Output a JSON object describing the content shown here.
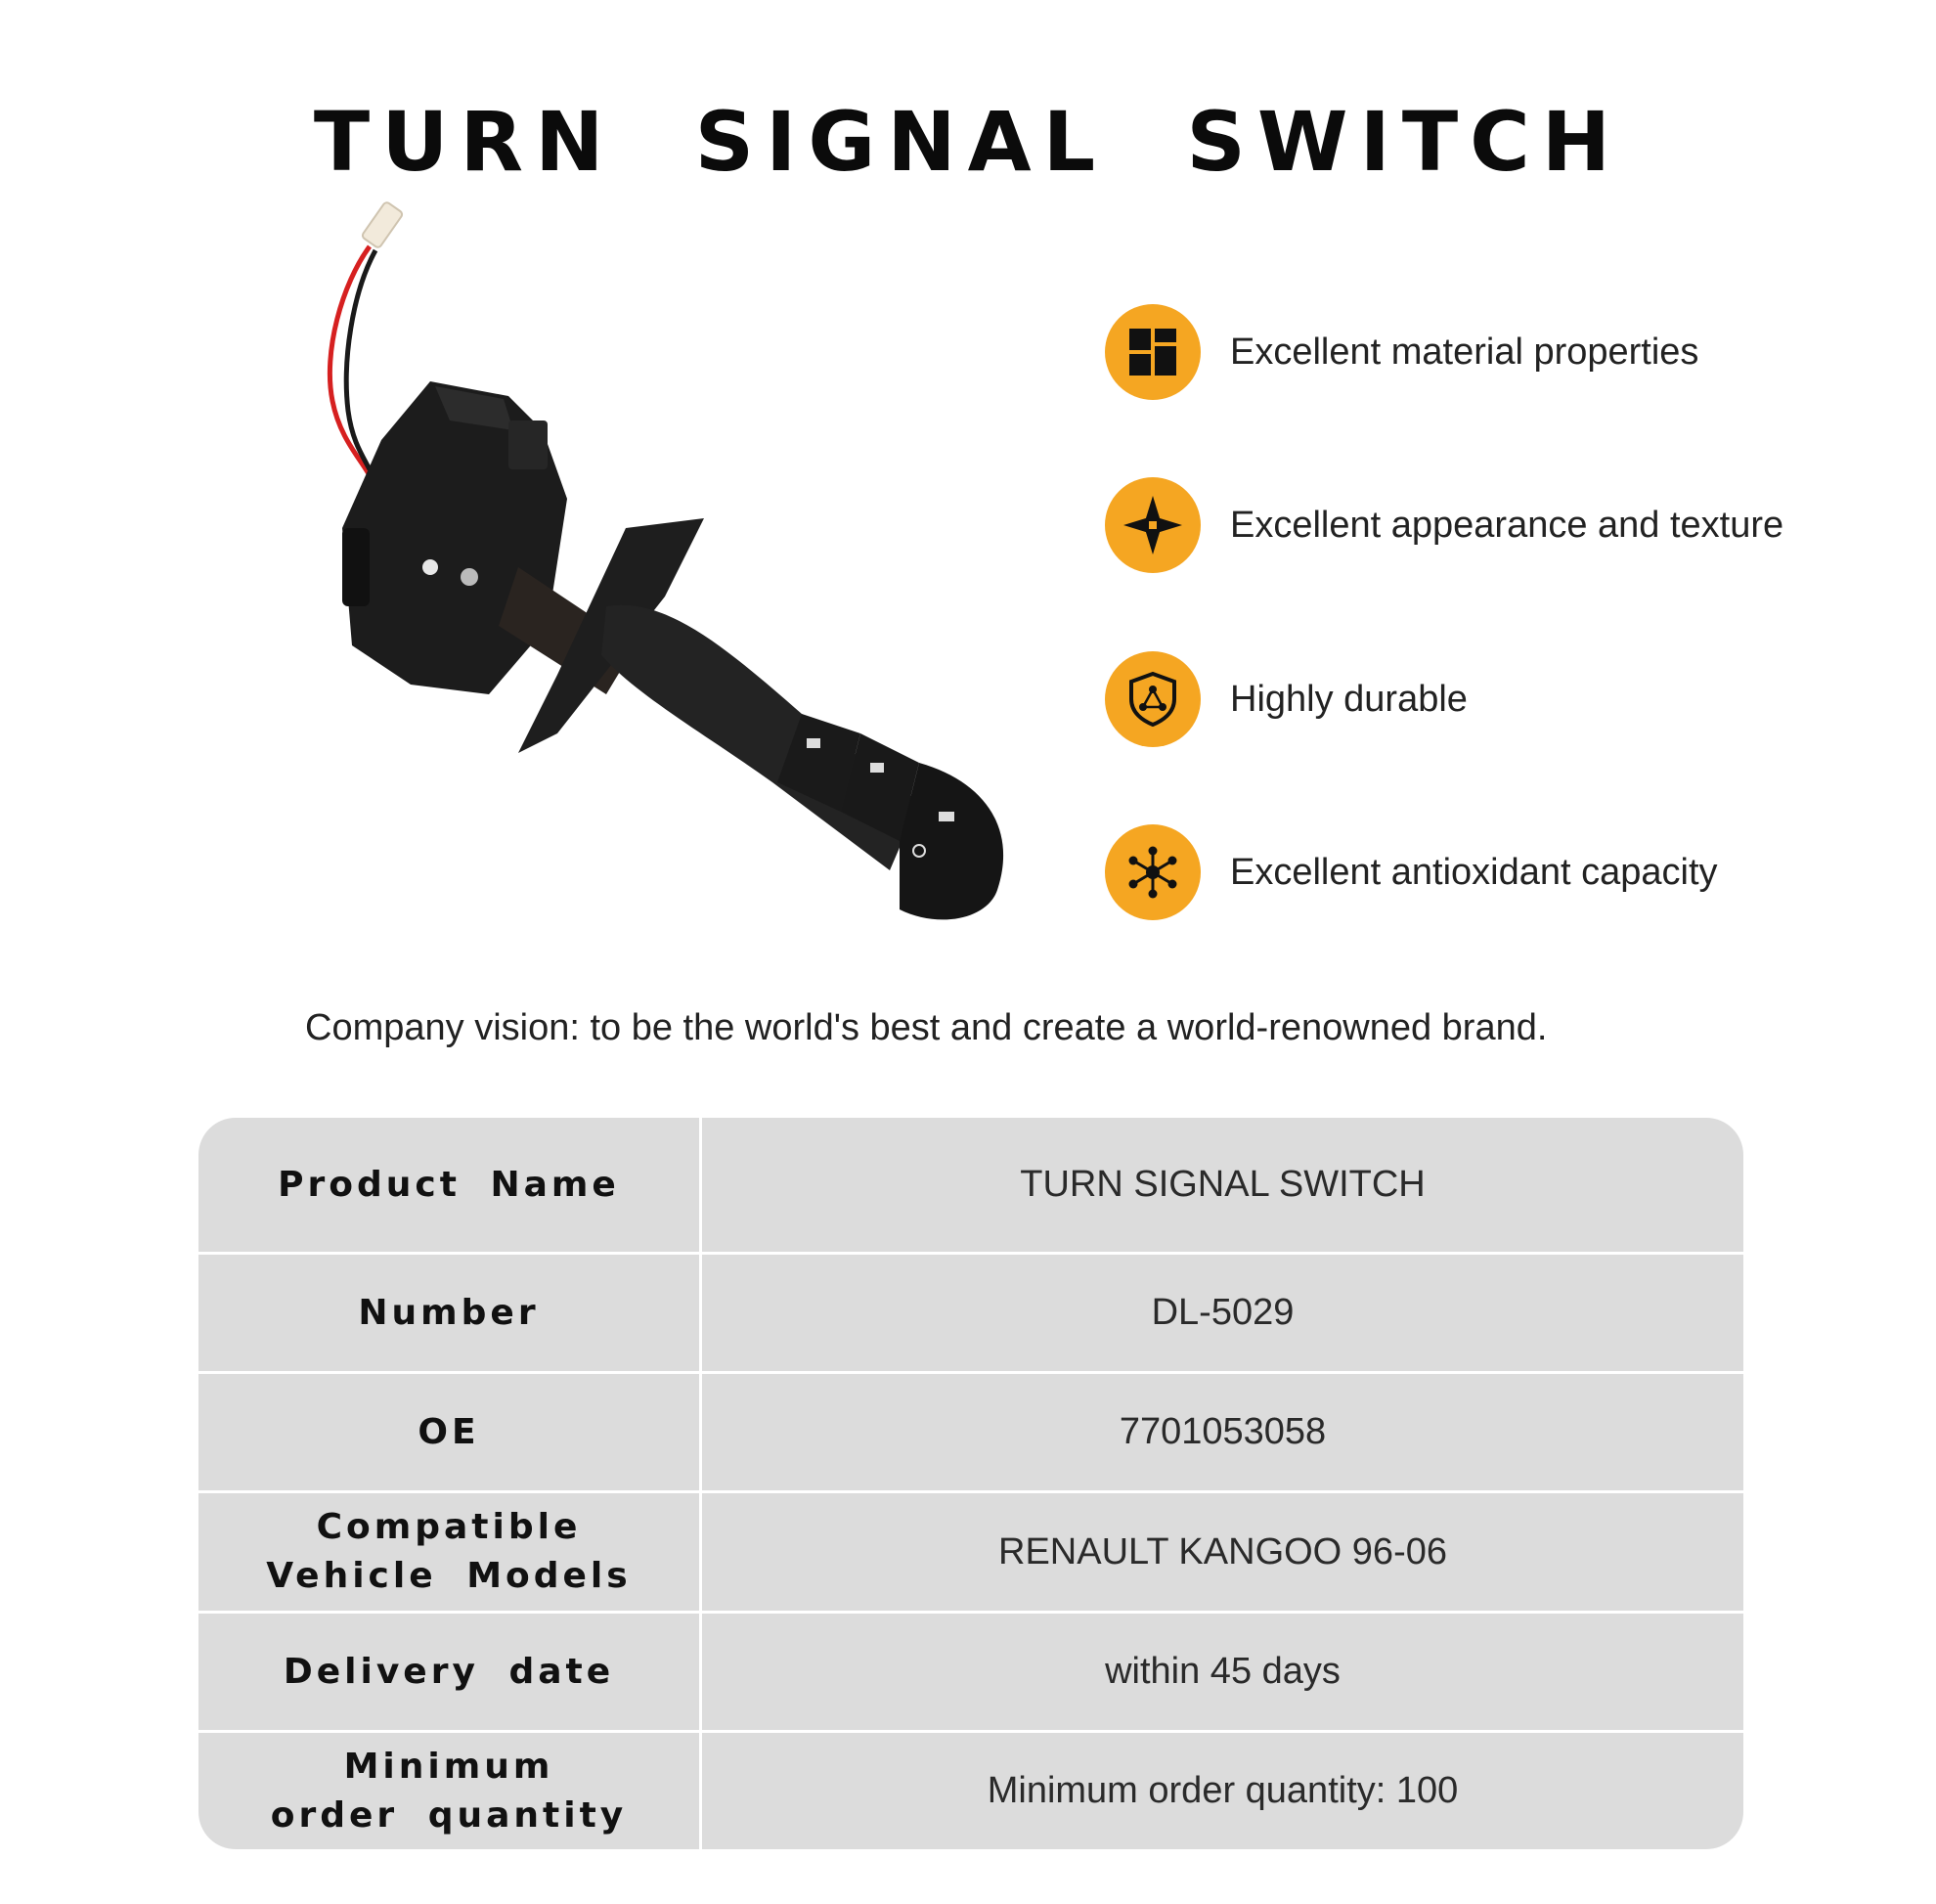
{
  "title": "TURN SIGNAL SWITCH",
  "features": [
    {
      "icon": "blocks-icon",
      "text": "Excellent material properties"
    },
    {
      "icon": "diamond-arrows-icon",
      "text": "Excellent appearance and texture"
    },
    {
      "icon": "shield-icon",
      "text": "Highly durable"
    },
    {
      "icon": "molecule-icon",
      "text": "Excellent antioxidant capacity"
    }
  ],
  "vision": "Company vision: to be the world's best and create a world-renowned brand.",
  "specs": [
    {
      "label": "Product Name",
      "value": "TURN SIGNAL SWITCH"
    },
    {
      "label": "Number",
      "value": "DL-5029"
    },
    {
      "label": "OE",
      "value": "7701053058"
    },
    {
      "label": "Compatible\nVehicle Models",
      "value": "RENAULT KANGOO 96-06"
    },
    {
      "label": "Delivery date",
      "value": "within 45 days"
    },
    {
      "label": "Minimum\norder quantity",
      "value": "Minimum order quantity: 100"
    }
  ],
  "colors": {
    "accent": "#f5a622",
    "table_bg": "#dcdcdc"
  }
}
